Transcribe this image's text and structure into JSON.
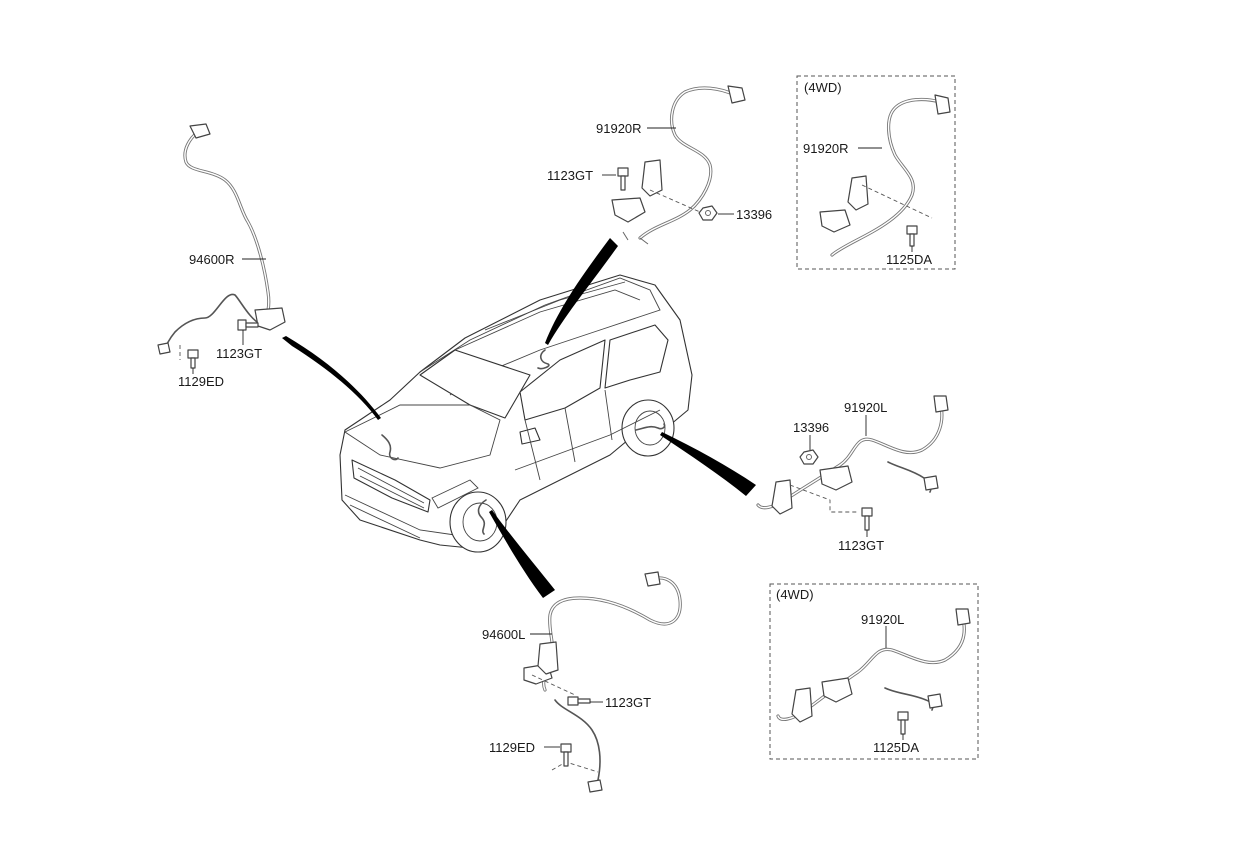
{
  "labels": {
    "rr_cable": "91920R",
    "rr_bolt": "1123GT",
    "rr_nut": "13396",
    "rr4_tag": "(4WD)",
    "rr4_cable": "91920R",
    "rr4_bolt": "1125DA",
    "fr_cable": "94600R",
    "fr_bolt": "1123GT",
    "fr_bolt2": "1129ED",
    "rl_nut": "13396",
    "rl_cable": "91920L",
    "rl_bolt": "1123GT",
    "fl_cable": "94600L",
    "fl_bolt": "1123GT",
    "fl_bolt2": "1129ED",
    "rl4_tag": "(4WD)",
    "rl4_cable": "91920L",
    "rl4_bolt": "1125DA"
  },
  "colors": {
    "line": "#333333",
    "callout": "#000000",
    "background": "#ffffff"
  }
}
